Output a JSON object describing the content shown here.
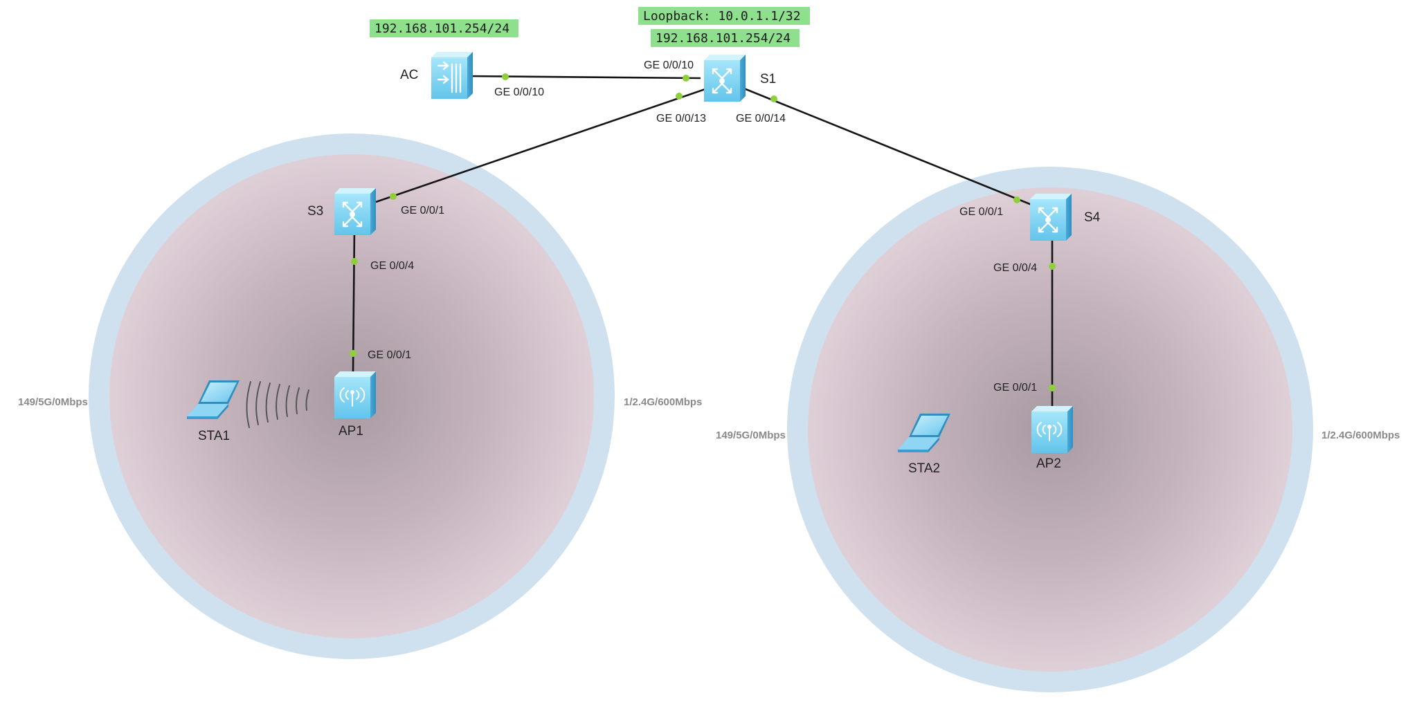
{
  "devices": {
    "ac": {
      "label": "AC",
      "icon": "ac-controller-icon"
    },
    "s1": {
      "label": "S1",
      "icon": "l3-switch-icon"
    },
    "s3": {
      "label": "S3",
      "icon": "l3-switch-icon"
    },
    "s4": {
      "label": "S4",
      "icon": "l3-switch-icon"
    },
    "ap1": {
      "label": "AP1",
      "icon": "access-point-icon"
    },
    "ap2": {
      "label": "AP2",
      "icon": "access-point-icon"
    },
    "sta1": {
      "label": "STA1",
      "icon": "laptop-icon"
    },
    "sta2": {
      "label": "STA2",
      "icon": "laptop-icon"
    }
  },
  "ip_labels": {
    "ac_ip": "192.168.101.254/24",
    "s1_loopback": "Loopback: 10.0.1.1/32",
    "s1_ip": "192.168.101.254/24"
  },
  "ports": {
    "ac_s1_ac_side": "GE 0/0/10",
    "ac_s1_s1_side": "GE 0/0/10",
    "s1_s3_s1_side": "GE 0/0/13",
    "s1_s4_s1_side": "GE 0/0/14",
    "s3_uplink": "GE 0/0/1",
    "s3_down": "GE 0/0/4",
    "ap1_up": "GE 0/0/1",
    "s4_uplink": "GE 0/0/1",
    "s4_down": "GE 0/0/4",
    "ap2_up": "GE 0/0/1"
  },
  "coverage": {
    "ap1": {
      "left_rate": "149/5G/0Mbps",
      "right_rate": "1/2.4G/600Mbps"
    },
    "ap2": {
      "left_rate": "149/5G/0Mbps",
      "right_rate": "1/2.4G/600Mbps"
    }
  },
  "colors": {
    "ip_label_bg": "#8ee08c",
    "port_dot": "#8fcf3c",
    "coverage_outer": "#cfe1ef",
    "coverage_inner_edge": "#dcc8d2",
    "coverage_inner_center": "#a89aa2",
    "device_blue": "#7fd3f2"
  }
}
